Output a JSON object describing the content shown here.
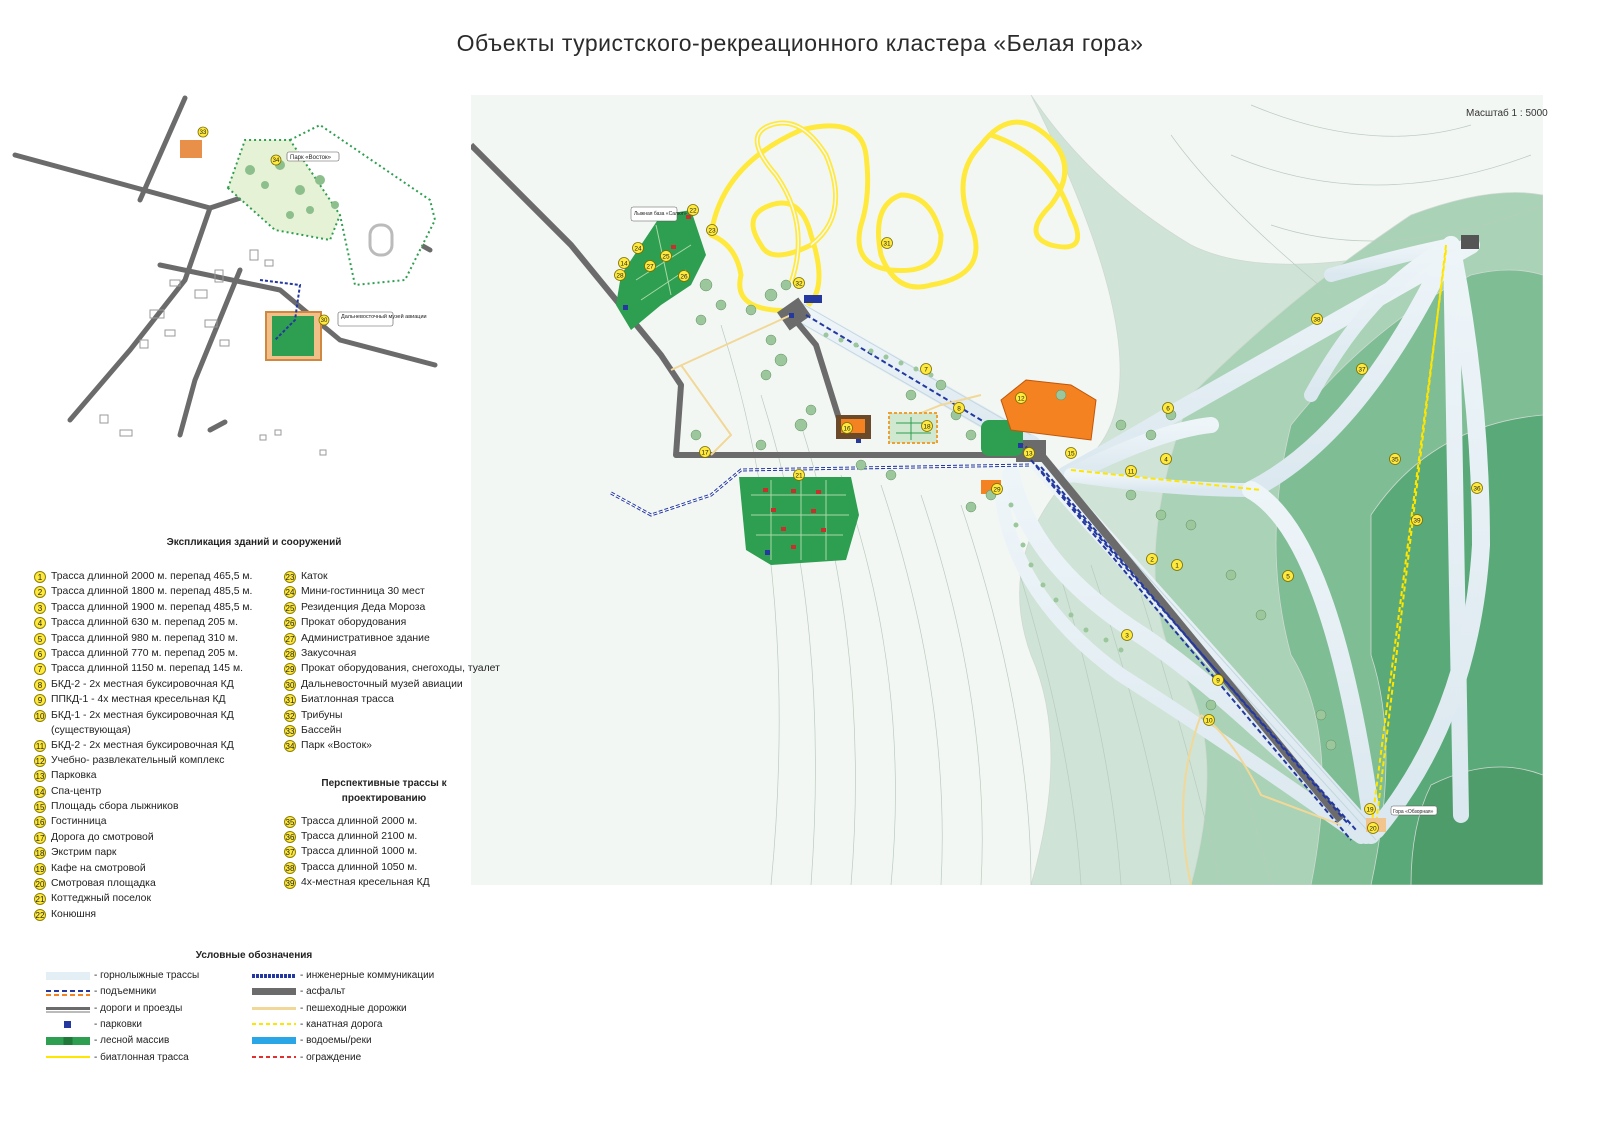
{
  "title": "Объекты туристского-рекреационного кластера «Белая гора»",
  "scale": "Масштаб 1 : 5000",
  "colors": {
    "snow_track": "#e3eef5",
    "forest": "#2e9e50",
    "marker": "#ffe93c",
    "road": "#6b6b6b",
    "asphalt": "#6b6b6b",
    "lift": "#2438a0",
    "cable_road": "#ffe600",
    "biathlon": "#ffe600",
    "building": "#f58220",
    "fence": "#e03030",
    "water": "#2aa6e6"
  },
  "map_labels": {
    "park_vostok": "Парк «Восток»",
    "aviation_museum": "Дальневосточный музей авиации",
    "ski_base": "Лыжная база «Салют»",
    "observation_mountain": "Гора «Обзорная»"
  },
  "explication": {
    "heading": "Экспликация зданий и сооружений",
    "col1": [
      {
        "n": "1",
        "text": "Трасса длинной 2000 м. перепад 465,5 м."
      },
      {
        "n": "2",
        "text": "Трасса длинной 1800 м. перепад 485,5 м."
      },
      {
        "n": "3",
        "text": "Трасса длинной 1900 м. перепад 485,5  м."
      },
      {
        "n": "4",
        "text": "Трасса длинной 630 м. перепад 205 м."
      },
      {
        "n": "5",
        "text": "Трасса длинной 980 м. перепад 310  м."
      },
      {
        "n": "6",
        "text": "Трасса длинной  770 м. перепад 205 м."
      },
      {
        "n": "7",
        "text": "Трасса длинной 1150 м. перепад  145 м."
      },
      {
        "n": "8",
        "text": "БКД-2 - 2х местная буксировочная  КД"
      },
      {
        "n": "9",
        "text": "ППКД-1 - 4х местная кресельная КД"
      },
      {
        "n": "10",
        "text": "БКД-1 - 2х местная буксировочная  КД (существующая)"
      },
      {
        "n": "11",
        "text": "БКД-2 - 2х местная буксировочная  КД"
      },
      {
        "n": "12",
        "text": "Учебно- развлекательный комплекс"
      },
      {
        "n": "13",
        "text": "Парковка"
      },
      {
        "n": "14",
        "text": "Спа-центр"
      },
      {
        "n": "15",
        "text": "Площадь сбора лыжников"
      },
      {
        "n": "16",
        "text": "Гостинница"
      },
      {
        "n": "17",
        "text": "Дорога до смотровой"
      },
      {
        "n": "18",
        "text": "Экстрим парк"
      },
      {
        "n": "19",
        "text": "Кафе на смотровой"
      },
      {
        "n": "20",
        "text": "Смотровая площадка"
      },
      {
        "n": "21",
        "text": "Коттеджный поселок"
      },
      {
        "n": "22",
        "text": "Конюшня"
      }
    ],
    "col2": [
      {
        "n": "23",
        "text": "Каток"
      },
      {
        "n": "24",
        "text": "Мини-гостинница 30 мест"
      },
      {
        "n": "25",
        "text": "Резиденция Деда Мороза"
      },
      {
        "n": "26",
        "text": "Прокат оборудования"
      },
      {
        "n": "27",
        "text": "Административное здание"
      },
      {
        "n": "28",
        "text": "Закусочная"
      },
      {
        "n": "29",
        "text": "Прокат оборудования, снегоходы, туалет"
      },
      {
        "n": "30",
        "text": "Дальневосточный музей авиации"
      },
      {
        "n": "31",
        "text": "Биатлонная трасса"
      },
      {
        "n": "32",
        "text": "Трибуны"
      },
      {
        "n": "33",
        "text": "Бассейн"
      },
      {
        "n": "34",
        "text": "Парк «Восток»"
      }
    ],
    "perspective_heading": "Перспективные трассы к проектированию",
    "perspective": [
      {
        "n": "35",
        "text": "Трасса длинной 2000 м."
      },
      {
        "n": "36",
        "text": "Трасса длинной 2100 м."
      },
      {
        "n": "37",
        "text": "Трасса длинной 1000 м."
      },
      {
        "n": "38",
        "text": "Трасса длинной 1050 м."
      },
      {
        "n": "39",
        "text": "4х-местная кресельная КД"
      }
    ]
  },
  "legend": {
    "heading": "Условные обозначения",
    "left": [
      {
        "label": "-  горнолыжные трассы",
        "style": "snow"
      },
      {
        "label": "-  подъемники",
        "style": "lift"
      },
      {
        "label": "-  дороги и проезды",
        "style": "road"
      },
      {
        "label": "-  парковки",
        "style": "parking"
      },
      {
        "label": "-  лесной массив",
        "style": "forest"
      },
      {
        "label": "-  биатлонная трасса",
        "style": "biathlon"
      }
    ],
    "right": [
      {
        "label": "- инженерные коммуникации",
        "style": "engineering"
      },
      {
        "label": "- асфальт",
        "style": "asphalt"
      },
      {
        "label": "- пешеходные дорожки",
        "style": "walk"
      },
      {
        "label": "- канатная дорога",
        "style": "cable"
      },
      {
        "label": "- водоемы/реки",
        "style": "water"
      },
      {
        "label": "- ограждение",
        "style": "fence"
      }
    ]
  },
  "main_markers": [
    {
      "n": "1"
    },
    {
      "n": "2"
    },
    {
      "n": "3"
    },
    {
      "n": "4"
    },
    {
      "n": "5"
    },
    {
      "n": "6"
    },
    {
      "n": "7"
    },
    {
      "n": "8"
    },
    {
      "n": "9"
    },
    {
      "n": "10"
    },
    {
      "n": "11"
    },
    {
      "n": "12"
    },
    {
      "n": "13"
    },
    {
      "n": "14"
    },
    {
      "n": "15"
    },
    {
      "n": "16"
    },
    {
      "n": "17"
    },
    {
      "n": "18"
    },
    {
      "n": "19"
    },
    {
      "n": "20"
    },
    {
      "n": "21"
    },
    {
      "n": "22"
    },
    {
      "n": "23"
    },
    {
      "n": "24"
    },
    {
      "n": "25"
    },
    {
      "n": "26"
    },
    {
      "n": "27"
    },
    {
      "n": "28"
    },
    {
      "n": "29"
    },
    {
      "n": "31"
    },
    {
      "n": "32"
    },
    {
      "n": "35"
    },
    {
      "n": "36"
    },
    {
      "n": "37"
    },
    {
      "n": "38"
    },
    {
      "n": "39"
    }
  ],
  "inset_markers": [
    {
      "n": "33"
    },
    {
      "n": "34"
    },
    {
      "n": "30"
    }
  ]
}
